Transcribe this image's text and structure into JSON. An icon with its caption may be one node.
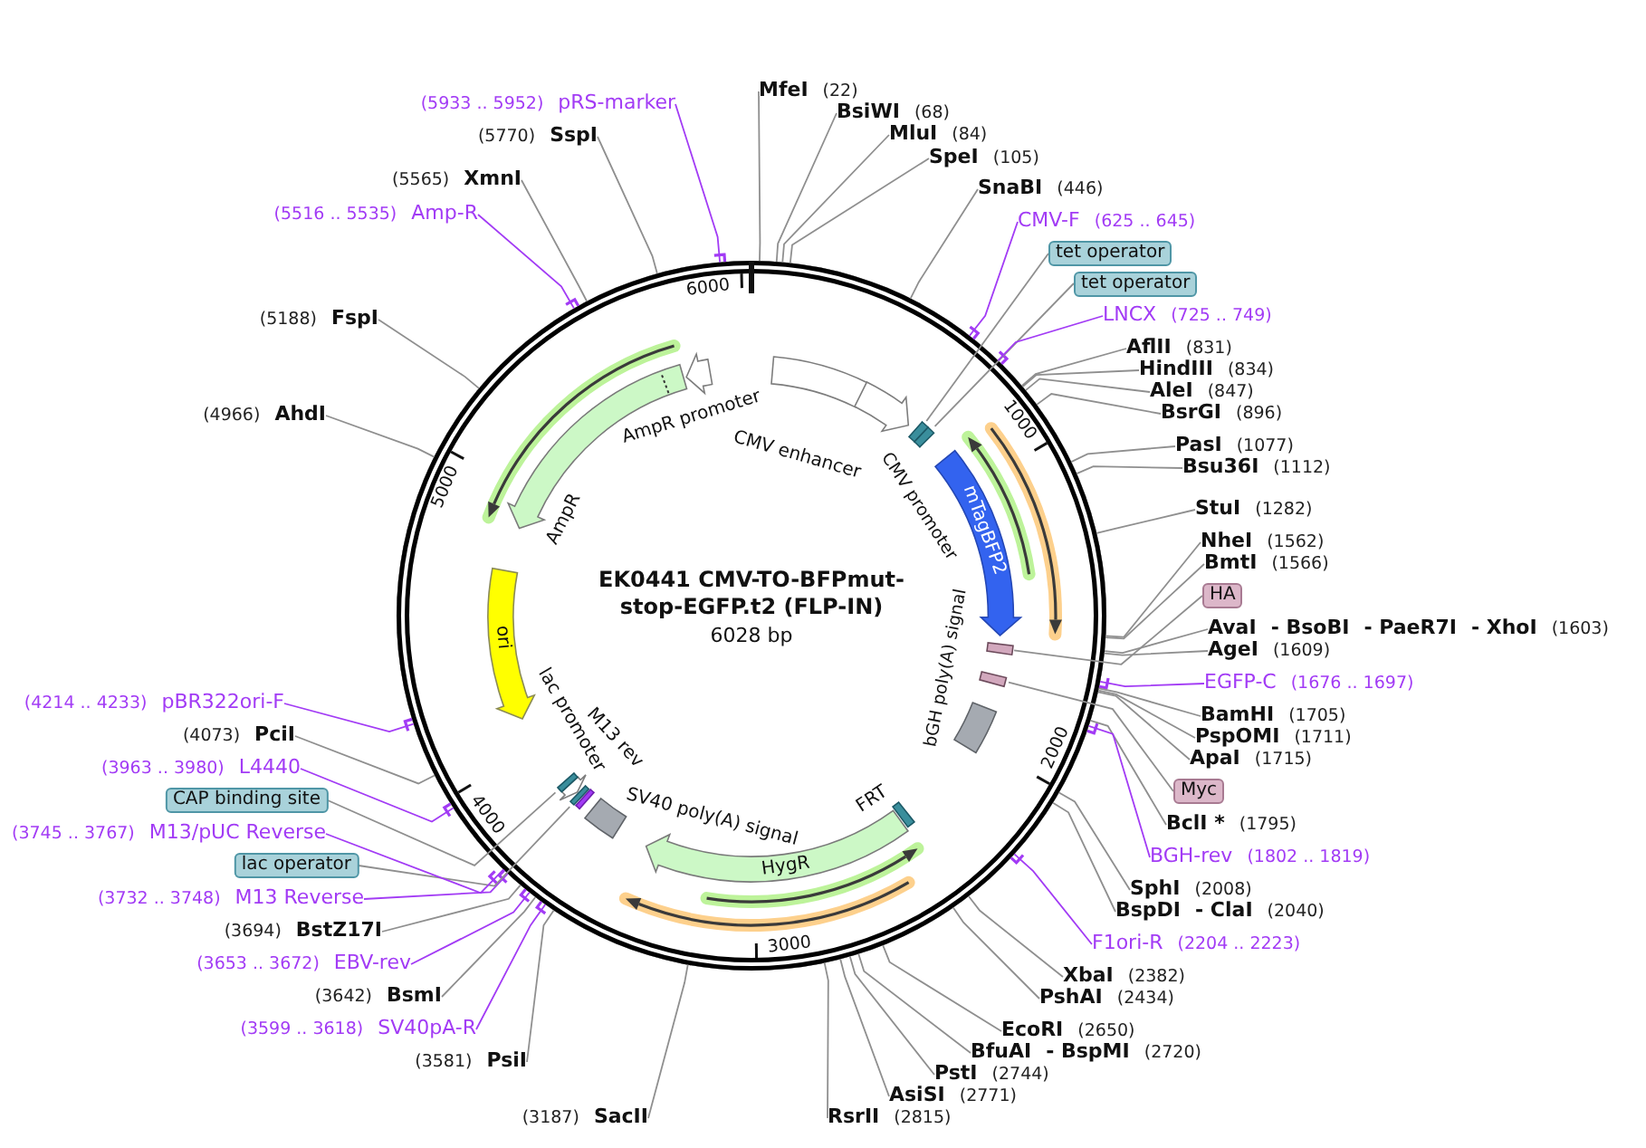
{
  "diagram": {
    "title": "EK0441 CMV-TO-BFPmut-stop-EGFP.t2 (FLP-IN)",
    "nodes": [
      {
        "text": [
          "MfeI",
          "(22)"
        ]
      },
      {
        "text": [
          "BsiWI",
          "(68)"
        ]
      },
      {
        "text": [
          "MluI",
          "(84)"
        ]
      },
      {
        "text": [
          "SpeI",
          "(105)"
        ]
      },
      {
        "text": [
          "SnaBI",
          "(446)"
        ]
      },
      {
        "text": [
          "CMV-F",
          "(625 .. 645)"
        ]
      },
      {
        "text": [
          "tet operator"
        ]
      },
      {
        "text": [
          "tet operator"
        ]
      },
      {
        "text": [
          "LNCX",
          "(725 .. 749)"
        ]
      },
      {
        "text": [
          "AflII",
          "(831)"
        ]
      },
      {
        "text": [
          "HindIII",
          "(834)"
        ]
      },
      {
        "text": [
          "AleI",
          "(847)"
        ]
      },
      {
        "text": [
          "BsrGI",
          "(896)"
        ]
      },
      {
        "text": [
          "PasI",
          "(1077)"
        ]
      },
      {
        "text": [
          "Bsu36I",
          "(1112)"
        ]
      },
      {
        "text": [
          "StuI",
          "(1282)"
        ]
      },
      {
        "text": [
          "NheI",
          "(1562)"
        ]
      },
      {
        "text": [
          "BmtI",
          "(1566)"
        ]
      },
      {
        "text": [
          "HA"
        ]
      },
      {
        "text": [
          "AvaI",
          "- BsoBI",
          "- PaeR7I",
          "- XhoI",
          "(1603)"
        ]
      },
      {
        "text": [
          "AgeI",
          "(1609)"
        ]
      },
      {
        "text": [
          "EGFP-C",
          "(1676 .. 1697)"
        ]
      },
      {
        "text": [
          "BamHI",
          "(1705)"
        ]
      },
      {
        "text": [
          "PspOMI",
          "(1711)"
        ]
      },
      {
        "text": [
          "ApaI",
          "(1715)"
        ]
      },
      {
        "text": [
          "Myc"
        ]
      },
      {
        "text": [
          "BclI *",
          "(1795)"
        ]
      },
      {
        "text": [
          "BGH-rev",
          "(1802 .. 1819)"
        ]
      },
      {
        "text": [
          "SphI",
          "(2008)"
        ]
      },
      {
        "text": [
          "BspDI",
          "- ClaI",
          "(2040)"
        ]
      },
      {
        "text": [
          "F1ori-R",
          "(2204 .. 2223)"
        ]
      },
      {
        "text": [
          "XbaI",
          "(2382)"
        ]
      },
      {
        "text": [
          "PshAI",
          "(2434)"
        ]
      },
      {
        "text": [
          "EcoRI",
          "(2650)"
        ]
      },
      {
        "text": [
          "BfuAI",
          "- BspMI",
          "(2720)"
        ]
      },
      {
        "text": [
          "PstI",
          "(2744)"
        ]
      },
      {
        "text": [
          "AsiSI",
          "(2771)"
        ]
      },
      {
        "text": [
          "RsrII",
          "(2815)"
        ]
      },
      {
        "text": [
          "(3187)",
          "SacII"
        ]
      },
      {
        "text": [
          "(3581)",
          "PsiI"
        ]
      },
      {
        "text": [
          "(3599 .. 3618)",
          "SV40pA-R"
        ]
      },
      {
        "text": [
          "(3642)",
          "BsmI"
        ]
      },
      {
        "text": [
          "(3653 .. 3672)",
          "EBV-rev"
        ]
      },
      {
        "text": [
          "(3694)",
          "BstZ17I"
        ]
      },
      {
        "text": [
          "(3732 .. 3748)",
          "M13 Reverse"
        ]
      },
      {
        "text": [
          "lac operator"
        ]
      },
      {
        "text": [
          "(3745 .. 3767)",
          "M13/pUC Reverse"
        ]
      },
      {
        "text": [
          "CAP binding site"
        ]
      },
      {
        "text": [
          "(3963 .. 3980)",
          "L4440"
        ]
      },
      {
        "text": [
          "(4073)",
          "PciI"
        ]
      },
      {
        "text": [
          "(4214 .. 4233)",
          "pBR322ori-F"
        ]
      },
      {
        "text": [
          "(4966)",
          "AhdI"
        ]
      },
      {
        "text": [
          "(5188)",
          "FspI"
        ]
      },
      {
        "text": [
          "(5516 .. 5535)",
          "Amp-R"
        ]
      },
      {
        "text": [
          "(5565)",
          "XmnI"
        ]
      },
      {
        "text": [
          "(5770)",
          "SspI"
        ]
      },
      {
        "text": [
          "(5933 .. 5952)",
          "pRS-marker"
        ]
      },
      {
        "text": [],
        "shape": "circle"
      },
      {
        "text": [
          "AmpR promoter"
        ],
        "in": 57
      },
      {
        "text": [
          "AmpR"
        ],
        "in": 57
      },
      {
        "text": [
          "CMV enhancer"
        ],
        "in": 57
      },
      {
        "text": [
          "CMV promoter"
        ],
        "in": 57
      },
      {
        "text": [
          "mTagBFP2"
        ],
        "in": 57
      },
      {
        "text": [
          "bGH poly(A) signal"
        ],
        "in": 57
      },
      {
        "text": [
          "FRT"
        ],
        "in": 57
      },
      {
        "text": [
          "HygR"
        ],
        "in": 57
      },
      {
        "text": [
          "SV40 poly(A) signal"
        ],
        "in": 57
      },
      {
        "text": [
          "M13 rev"
        ],
        "in": 57
      },
      {
        "text": [
          "lac promoter"
        ],
        "in": 57
      },
      {
        "text": [
          "ori"
        ],
        "in": 57
      },
      {
        "text": [],
        "shape": "box",
        "in": 57
      },
      {
        "text": [],
        "shape": "box",
        "in": 57
      },
      {
        "text": [],
        "shape": "box",
        "in": 57
      },
      {
        "text": [],
        "shape": "box",
        "in": 57
      },
      {
        "text": [],
        "shape": "box",
        "in": 57
      },
      {
        "text": [],
        "shape": "box",
        "in": 57
      }
    ],
    "edges": [
      {
        "from": 0,
        "to": 57,
        "arrow": "none"
      },
      {
        "from": 1,
        "to": 57,
        "arrow": "none"
      },
      {
        "from": 2,
        "to": 57,
        "arrow": "none"
      },
      {
        "from": 3,
        "to": 57,
        "arrow": "none"
      },
      {
        "from": 4,
        "to": 57,
        "arrow": "none"
      },
      {
        "from": 5,
        "to": 57,
        "arrow": "none",
        "color": "#a23bf5"
      },
      {
        "from": 6,
        "to": 70,
        "arrow": "none"
      },
      {
        "from": 7,
        "to": 71,
        "arrow": "none"
      },
      {
        "from": 8,
        "to": 57,
        "arrow": "none",
        "color": "#a23bf5"
      },
      {
        "from": 9,
        "to": 57,
        "arrow": "none"
      },
      {
        "from": 10,
        "to": 57,
        "arrow": "none"
      },
      {
        "from": 11,
        "to": 57,
        "arrow": "none"
      },
      {
        "from": 12,
        "to": 57,
        "arrow": "none"
      },
      {
        "from": 13,
        "to": 57,
        "arrow": "none"
      },
      {
        "from": 14,
        "to": 57,
        "arrow": "none"
      },
      {
        "from": 15,
        "to": 57,
        "arrow": "none"
      },
      {
        "from": 16,
        "to": 57,
        "arrow": "none"
      },
      {
        "from": 17,
        "to": 57,
        "arrow": "none"
      },
      {
        "from": 18,
        "to": 72,
        "arrow": "none"
      },
      {
        "from": 19,
        "to": 57,
        "arrow": "none"
      },
      {
        "from": 20,
        "to": 57,
        "arrow": "none"
      },
      {
        "from": 21,
        "to": 57,
        "arrow": "none",
        "color": "#a23bf5"
      },
      {
        "from": 22,
        "to": 57,
        "arrow": "none"
      },
      {
        "from": 23,
        "to": 57,
        "arrow": "none"
      },
      {
        "from": 24,
        "to": 57,
        "arrow": "none"
      },
      {
        "from": 25,
        "to": 73,
        "arrow": "none"
      },
      {
        "from": 26,
        "to": 57,
        "arrow": "none"
      },
      {
        "from": 27,
        "to": 57,
        "arrow": "none",
        "color": "#a23bf5"
      },
      {
        "from": 28,
        "to": 57,
        "arrow": "none"
      },
      {
        "from": 29,
        "to": 57,
        "arrow": "none"
      },
      {
        "from": 30,
        "to": 57,
        "arrow": "none",
        "color": "#a23bf5"
      },
      {
        "from": 31,
        "to": 57,
        "arrow": "none"
      },
      {
        "from": 32,
        "to": 57,
        "arrow": "none"
      },
      {
        "from": 33,
        "to": 57,
        "arrow": "none"
      },
      {
        "from": 34,
        "to": 57,
        "arrow": "none"
      },
      {
        "from": 35,
        "to": 57,
        "arrow": "none"
      },
      {
        "from": 36,
        "to": 57,
        "arrow": "none"
      },
      {
        "from": 37,
        "to": 57,
        "arrow": "none"
      },
      {
        "from": 38,
        "to": 57,
        "arrow": "none"
      },
      {
        "from": 39,
        "to": 57,
        "arrow": "none"
      },
      {
        "from": 40,
        "to": 57,
        "arrow": "none",
        "color": "#a23bf5"
      },
      {
        "from": 41,
        "to": 57,
        "arrow": "none"
      },
      {
        "from": 42,
        "to": 57,
        "arrow": "none",
        "color": "#a23bf5"
      },
      {
        "from": 43,
        "to": 57,
        "arrow": "none"
      },
      {
        "from": 44,
        "to": 57,
        "arrow": "none",
        "color": "#a23bf5"
      },
      {
        "from": 45,
        "to": 75,
        "arrow": "none"
      },
      {
        "from": 46,
        "to": 57,
        "arrow": "none",
        "color": "#a23bf5"
      },
      {
        "from": 47,
        "to": 74,
        "arrow": "none"
      },
      {
        "from": 48,
        "to": 57,
        "arrow": "none",
        "color": "#a23bf5"
      },
      {
        "from": 49,
        "to": 57,
        "arrow": "none"
      },
      {
        "from": 50,
        "to": 57,
        "arrow": "none",
        "color": "#a23bf5"
      },
      {
        "from": 51,
        "to": 57,
        "arrow": "none"
      },
      {
        "from": 52,
        "to": 57,
        "arrow": "none"
      },
      {
        "from": 53,
        "to": 57,
        "arrow": "none",
        "color": "#a23bf5"
      },
      {
        "from": 54,
        "to": 57,
        "arrow": "none"
      },
      {
        "from": 55,
        "to": 57,
        "arrow": "none"
      },
      {
        "from": 56,
        "to": 57,
        "arrow": "none",
        "color": "#a23bf5"
      }
    ],
    "labels": [
      "6000",
      "1000",
      "5000",
      "6028 bp",
      "2000",
      "4000",
      "3000"
    ]
  }
}
